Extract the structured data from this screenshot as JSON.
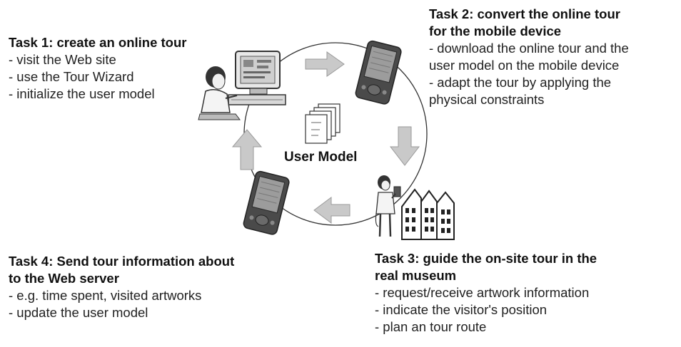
{
  "tasks": [
    {
      "title": "Task 1: create an online tour",
      "bullets": [
        "- visit the Web site",
        "- use the Tour Wizard",
        "- initialize the user model"
      ]
    },
    {
      "title_lines": [
        "Task 2: convert the online tour",
        "for the mobile device"
      ],
      "bullets": [
        "- download the online tour and the",
        "user model on the mobile device",
        "- adapt the tour by applying the",
        "physical constraints"
      ]
    },
    {
      "title_lines": [
        "Task 3: guide the on-site tour in the",
        "real museum"
      ],
      "bullets": [
        "- request/receive artwork information",
        "- indicate the visitor's position",
        "- plan an tour route"
      ]
    },
    {
      "title_lines": [
        "Task 4: Send tour information about",
        "to the Web server"
      ],
      "bullets": [
        "- e.g. time spent, visited artworks",
        "- update the user model"
      ]
    }
  ],
  "center": {
    "label": "User Model"
  },
  "colors": {
    "arrow_fill": "#c9c9c9",
    "arrow_stroke": "#9a9a9a",
    "device_body": "#4a4a4a",
    "screen": "#9c9c9c"
  }
}
